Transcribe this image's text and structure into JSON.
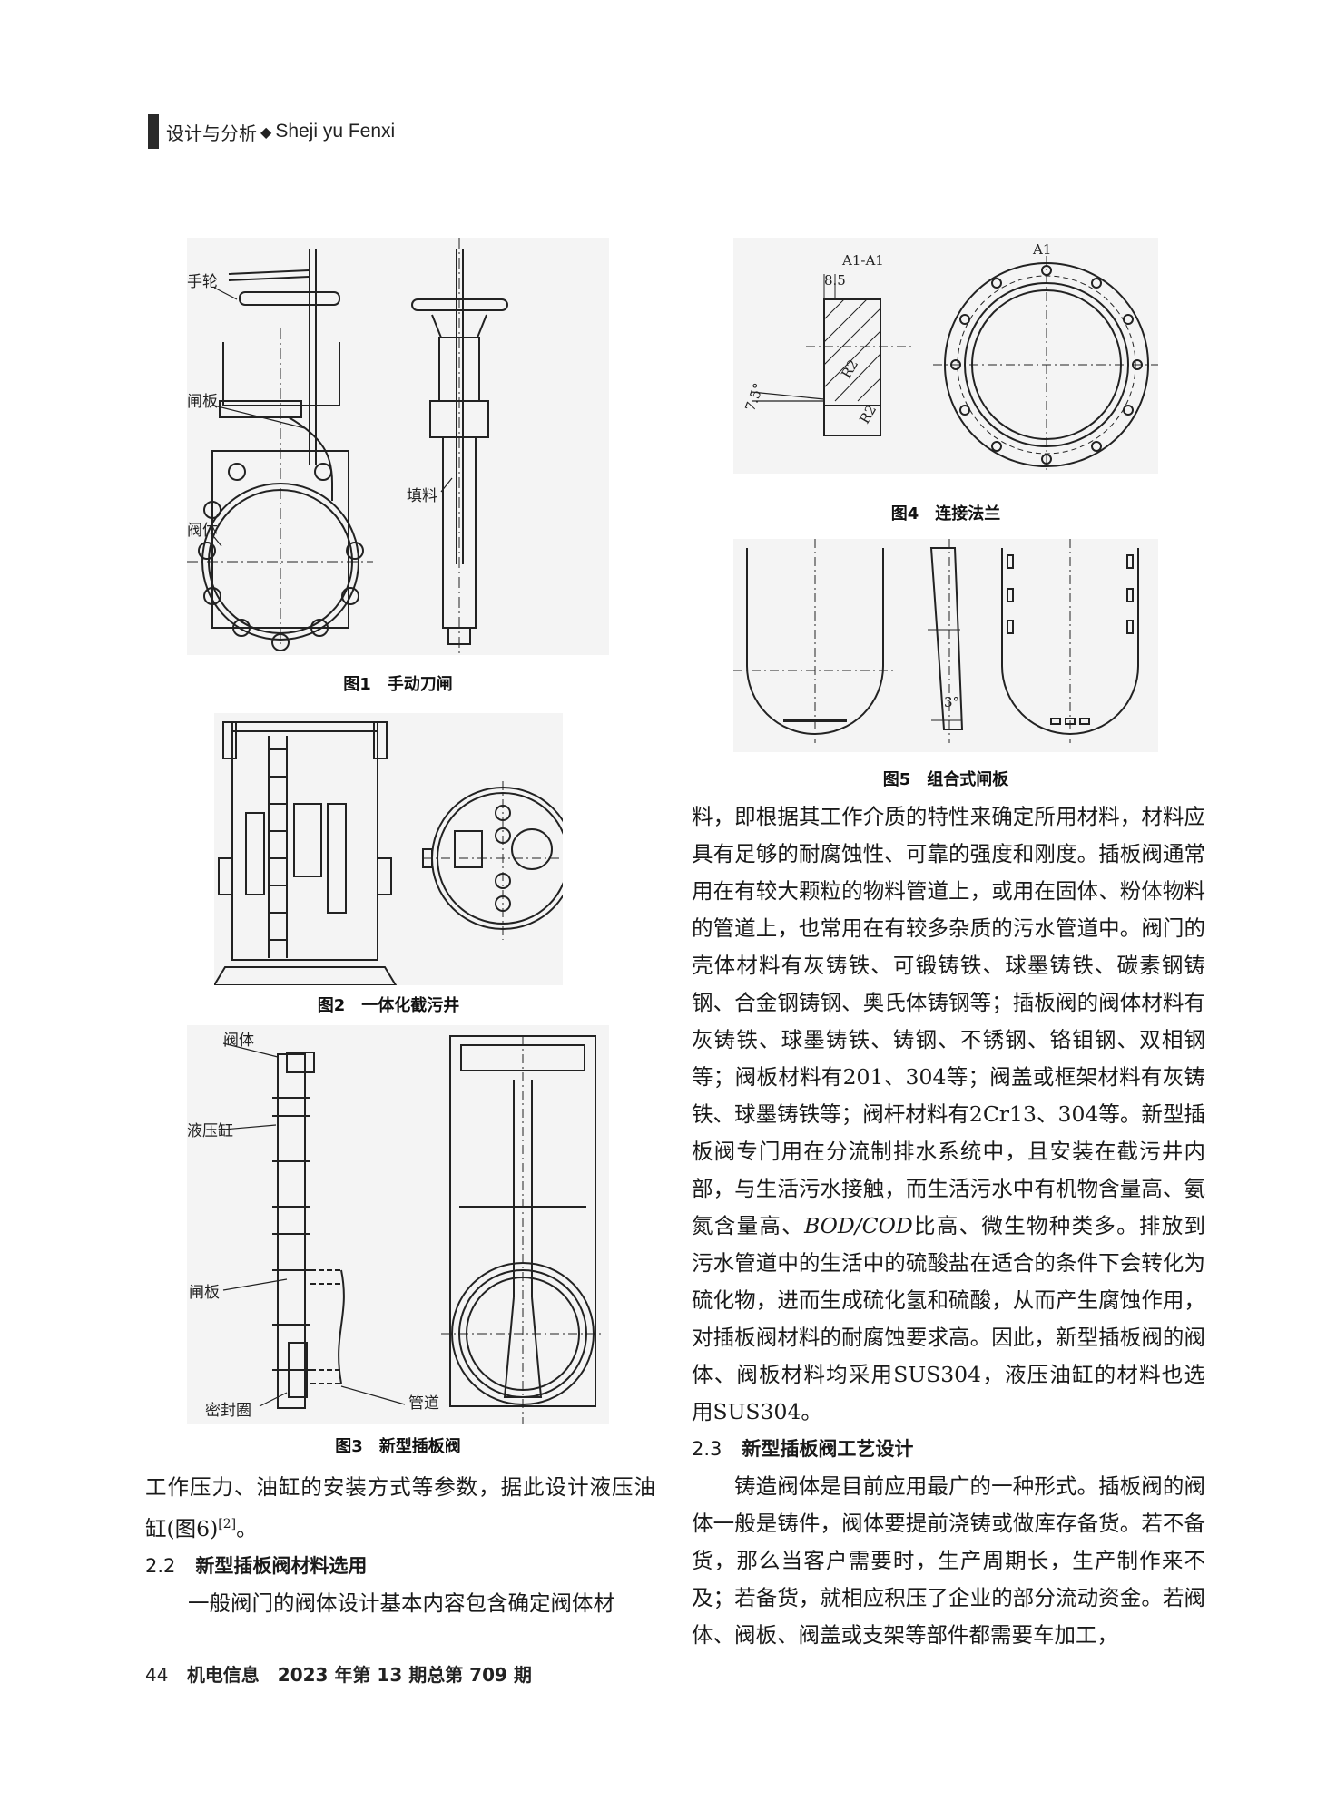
{
  "header": {
    "section_cn": "设计与分析",
    "diamond": "◆",
    "section_pinyin": "Sheji yu Fenxi"
  },
  "figures": {
    "fig1": {
      "caption": "图1　手动刀闸",
      "labels": [
        "手轮",
        "闸板",
        "阀体",
        "填料"
      ]
    },
    "fig2": {
      "caption": "图2　一体化截污井"
    },
    "fig3": {
      "caption": "图3　新型插板阀",
      "labels": [
        "阀体",
        "液压缸",
        "闸板",
        "密封圈",
        "管道"
      ]
    },
    "fig4": {
      "caption": "图4　连接法兰",
      "labels": [
        "A1-A1",
        "8.5",
        "7.5°",
        "R2",
        "R2",
        "A1"
      ]
    },
    "fig5": {
      "caption": "图5　组合式闸板",
      "labels": [
        "3°"
      ]
    }
  },
  "left": {
    "p1": "工作压力、油缸的安装方式等参数，据此设计液压油缸(图6)",
    "p1_ref": "[2]",
    "p1_end": "。",
    "h22_num": "2.2",
    "h22_title": "新型插板阀材料选用",
    "p2": "一般阀门的阀体设计基本内容包含确定阀体材"
  },
  "right": {
    "p3a": "料，即根据其工作介质的特性来确定所用材料，材料应具有足够的耐腐蚀性、可靠的强度和刚度。插板阀通常用在有较大颗粒的物料管道上，或用在固体、粉体物料的管道上，也常用在有较多杂质的污水管道中。阀门的壳体材料有灰铸铁、可锻铸铁、球墨铸铁、碳素钢铸钢、合金钢铸钢、奥氏体铸钢等；插板阀的阀体材料有灰铸铁、球墨铸铁、铸钢、不锈钢、铬钼钢、双相钢等；阀板材料有201、304等；阀盖或框架材料有灰铸铁、球墨铸铁等；阀杆材料有2Cr13、304等。新型插板阀专门用在分流制排水系统中，且安装在截污井内部，与生活污水接触，而生活污水中有机物含量高、氨氮含量高、",
    "p3_it": "BOD/COD",
    "p3b": "比高、微生物种类多。排放到污水管道中的生活中的硫酸盐在适合的条件下会转化为硫化物，进而生成硫化氢和硫酸，从而产生腐蚀作用，对插板阀材料的耐腐蚀要求高。因此，新型插板阀的阀体、阀板材料均采用SUS304，液压油缸的材料也选用SUS304。",
    "h23_num": "2.3",
    "h23_title": "新型插板阀工艺设计",
    "p4": "铸造阀体是目前应用最广的一种形式。插板阀的阀体一般是铸件，阀体要提前浇铸或做库存备货。若不备货，那么当客户需要时，生产周期长，生产制作来不及；若备货，就相应积压了企业的部分流动资金。若阀体、阀板、阀盖或支架等部件都需要车加工，"
  },
  "footer": {
    "page": "44",
    "journal": "机电信息　2023 年第 13 期总第 709 期"
  }
}
